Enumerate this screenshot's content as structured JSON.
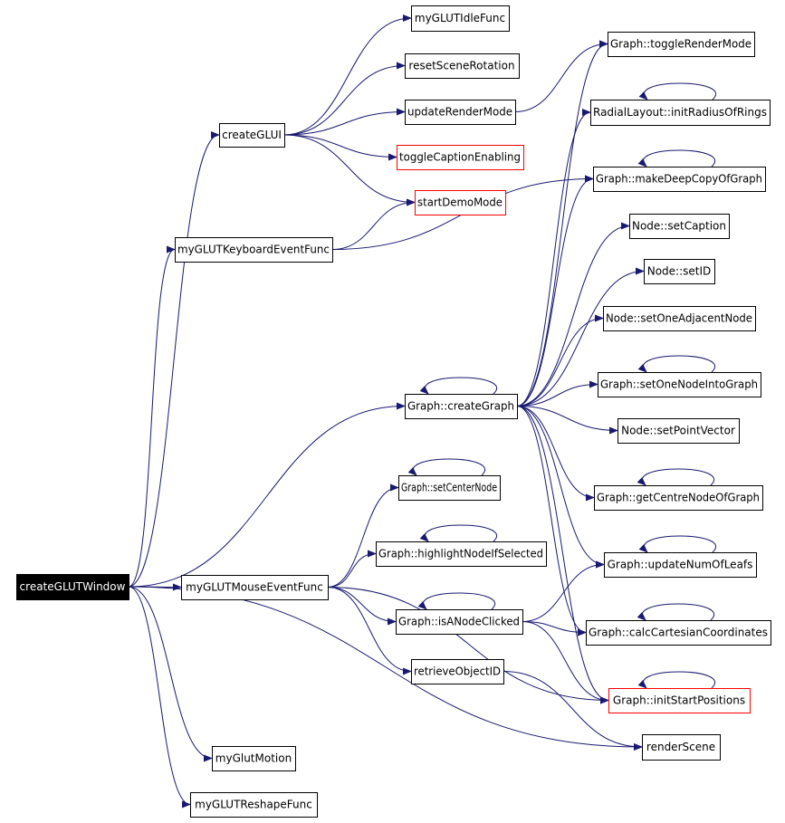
{
  "diagram": {
    "type": "call-graph",
    "root": "createGLUTWindow",
    "colors": {
      "edge": "#191970",
      "highlight_border": "#ff0000",
      "root_fill": "#000000",
      "root_text": "#ffffff"
    },
    "nodes": {
      "createGLUTWindow": {
        "label": "createGLUTWindow",
        "root": true
      },
      "createGLUI": {
        "label": "createGLUI"
      },
      "myGLUTIdleFunc": {
        "label": "myGLUTIdleFunc"
      },
      "resetSceneRotation": {
        "label": "resetSceneRotation"
      },
      "updateRenderMode": {
        "label": "updateRenderMode"
      },
      "toggleCaptionEnabling": {
        "label": "toggleCaptionEnabling",
        "highlight": true
      },
      "startDemoMode": {
        "label": "startDemoMode",
        "highlight": true
      },
      "myGLUTKeyboardEventFunc": {
        "label": "myGLUTKeyboardEventFunc"
      },
      "toggleRenderMode": {
        "label": "Graph::toggleRenderMode"
      },
      "initRadiusOfRings": {
        "label": "RadialLayout::initRadiusOfRings"
      },
      "makeDeepCopyOfGraph": {
        "label": "Graph::makeDeepCopyOfGraph"
      },
      "setCaption": {
        "label": "Node::setCaption"
      },
      "setID": {
        "label": "Node::setID"
      },
      "setOneAdjacentNode": {
        "label": "Node::setOneAdjacentNode"
      },
      "createGraph": {
        "label": "Graph::createGraph"
      },
      "setOneNodeIntoGraph": {
        "label": "Graph::setOneNodeIntoGraph"
      },
      "setPointVector": {
        "label": "Node::setPointVector"
      },
      "setCenterNode": {
        "label": "Graph::setCenterNode"
      },
      "getCentreNodeOfGraph": {
        "label": "Graph::getCentreNodeOfGraph"
      },
      "highlightNodeIfSelected": {
        "label": "Graph::highlightNodeIfSelected"
      },
      "updateNumOfLeafs": {
        "label": "Graph::updateNumOfLeafs"
      },
      "myGLUTMouseEventFunc": {
        "label": "myGLUTMouseEventFunc"
      },
      "isANodeClicked": {
        "label": "Graph::isANodeClicked"
      },
      "calcCartesianCoordinates": {
        "label": "Graph::calcCartesianCoordinates"
      },
      "retrieveObjectID": {
        "label": "retrieveObjectID"
      },
      "initStartPositions": {
        "label": "Graph::initStartPositions",
        "highlight": true
      },
      "renderScene": {
        "label": "renderScene"
      },
      "myGlutMotion": {
        "label": "myGlutMotion"
      },
      "myGLUTReshapeFunc": {
        "label": "myGLUTReshapeFunc"
      }
    },
    "edges": [
      [
        "createGLUTWindow",
        "createGLUI"
      ],
      [
        "createGLUTWindow",
        "myGLUTKeyboardEventFunc"
      ],
      [
        "createGLUTWindow",
        "createGraph"
      ],
      [
        "createGLUTWindow",
        "myGLUTMouseEventFunc"
      ],
      [
        "createGLUTWindow",
        "renderScene"
      ],
      [
        "createGLUTWindow",
        "myGlutMotion"
      ],
      [
        "createGLUTWindow",
        "myGLUTReshapeFunc"
      ],
      [
        "createGLUI",
        "myGLUTIdleFunc"
      ],
      [
        "createGLUI",
        "resetSceneRotation"
      ],
      [
        "createGLUI",
        "updateRenderMode"
      ],
      [
        "createGLUI",
        "toggleCaptionEnabling"
      ],
      [
        "createGLUI",
        "startDemoMode"
      ],
      [
        "updateRenderMode",
        "toggleRenderMode"
      ],
      [
        "myGLUTKeyboardEventFunc",
        "startDemoMode"
      ],
      [
        "myGLUTKeyboardEventFunc",
        "makeDeepCopyOfGraph"
      ],
      [
        "createGraph",
        "createGraph"
      ],
      [
        "createGraph",
        "toggleRenderMode"
      ],
      [
        "createGraph",
        "initRadiusOfRings"
      ],
      [
        "createGraph",
        "makeDeepCopyOfGraph"
      ],
      [
        "createGraph",
        "setCaption"
      ],
      [
        "createGraph",
        "setID"
      ],
      [
        "createGraph",
        "setOneAdjacentNode"
      ],
      [
        "createGraph",
        "setOneNodeIntoGraph"
      ],
      [
        "createGraph",
        "setPointVector"
      ],
      [
        "createGraph",
        "getCentreNodeOfGraph"
      ],
      [
        "createGraph",
        "updateNumOfLeafs"
      ],
      [
        "createGraph",
        "calcCartesianCoordinates"
      ],
      [
        "createGraph",
        "initStartPositions"
      ],
      [
        "myGLUTMouseEventFunc",
        "setCenterNode"
      ],
      [
        "myGLUTMouseEventFunc",
        "highlightNodeIfSelected"
      ],
      [
        "myGLUTMouseEventFunc",
        "isANodeClicked"
      ],
      [
        "myGLUTMouseEventFunc",
        "retrieveObjectID"
      ],
      [
        "myGLUTMouseEventFunc",
        "initStartPositions"
      ],
      [
        "isANodeClicked",
        "updateNumOfLeafs"
      ],
      [
        "isANodeClicked",
        "calcCartesianCoordinates"
      ],
      [
        "isANodeClicked",
        "initStartPositions"
      ],
      [
        "retrieveObjectID",
        "renderScene"
      ],
      [
        "initRadiusOfRings",
        "initRadiusOfRings"
      ],
      [
        "makeDeepCopyOfGraph",
        "makeDeepCopyOfGraph"
      ],
      [
        "setOneNodeIntoGraph",
        "setOneNodeIntoGraph"
      ],
      [
        "setCenterNode",
        "setCenterNode"
      ],
      [
        "getCentreNodeOfGraph",
        "getCentreNodeOfGraph"
      ],
      [
        "highlightNodeIfSelected",
        "highlightNodeIfSelected"
      ],
      [
        "updateNumOfLeafs",
        "updateNumOfLeafs"
      ],
      [
        "isANodeClicked",
        "isANodeClicked"
      ],
      [
        "calcCartesianCoordinates",
        "calcCartesianCoordinates"
      ],
      [
        "initStartPositions",
        "initStartPositions"
      ]
    ]
  }
}
